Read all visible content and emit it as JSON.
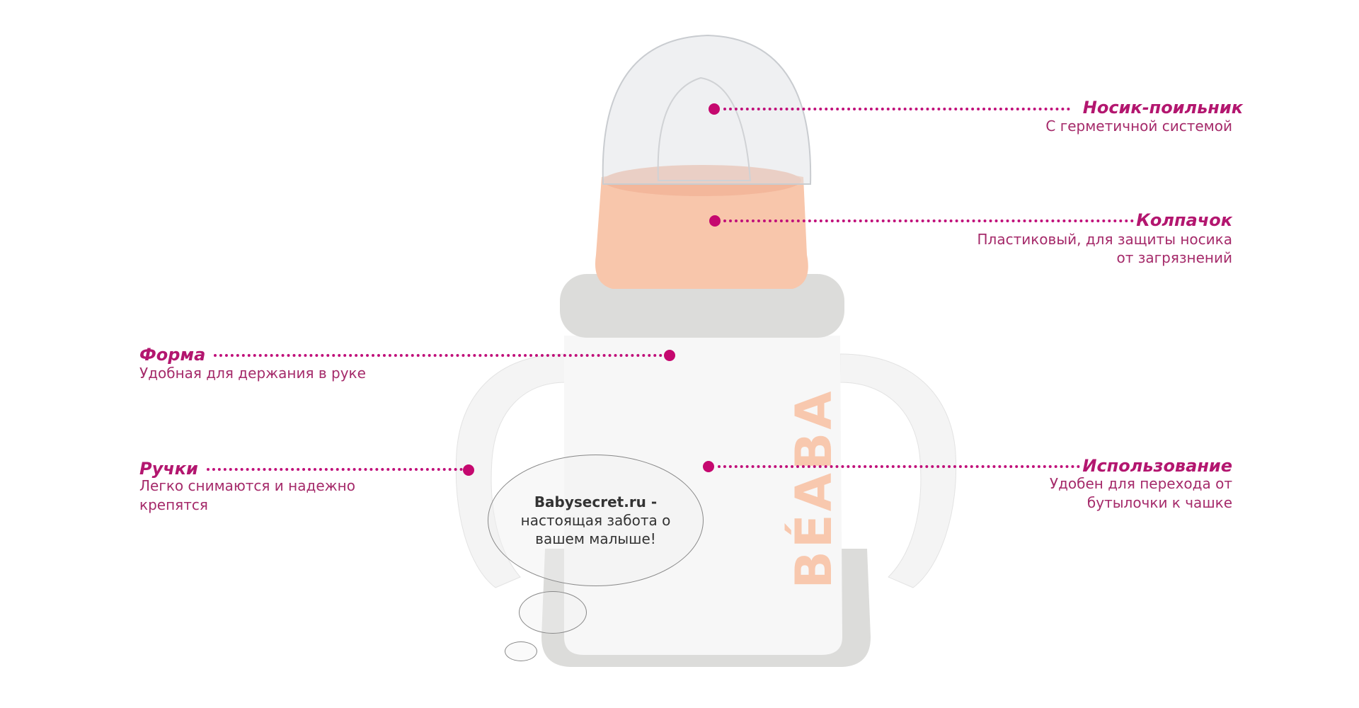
{
  "brand": "BÉABA",
  "callouts": {
    "spout": {
      "title": "Носик-поильник",
      "lines": [
        "С герметичной системой"
      ]
    },
    "cap": {
      "title": "Колпачок",
      "lines": [
        "Пластиковый, для защиты носика",
        "от загрязнений"
      ]
    },
    "shape": {
      "title": "Форма",
      "lines": [
        "Удобная для держания в руке"
      ]
    },
    "handles": {
      "title": "Ручки",
      "lines": [
        "Легко снимаются и надежно",
        "крепятся"
      ]
    },
    "usage": {
      "title": "Использование",
      "lines": [
        "Удобен для перехода от",
        "бутылочки к чашке"
      ]
    }
  },
  "bubble": {
    "bold": "Babysecret.ru -",
    "line1": "настоящая забота о",
    "line2": "вашем малыше!"
  },
  "colors": {
    "accent": "#b3166f",
    "peach": "#f7c7ad",
    "grey": "#dcdcda"
  }
}
